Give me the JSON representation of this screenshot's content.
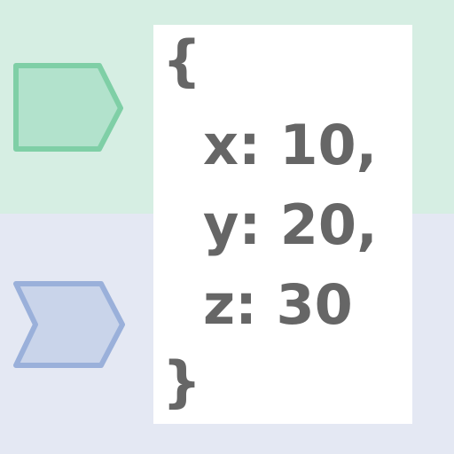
{
  "colors": {
    "top_band": "#d6eee3",
    "bottom_band": "#e4e8f3",
    "green_fill": "#b2e2cc",
    "green_stroke": "#7fcfa6",
    "blue_fill": "#c9d4ea",
    "blue_stroke": "#9ab0da",
    "code_text": "#666666"
  },
  "icons": {
    "top": "pentagon-tag-icon",
    "bottom": "chevron-arrow-icon"
  },
  "code": {
    "open_brace": "{",
    "line_x": "x: 10,",
    "line_y": "y: 20,",
    "line_z": "z: 30",
    "close_brace": "}"
  }
}
